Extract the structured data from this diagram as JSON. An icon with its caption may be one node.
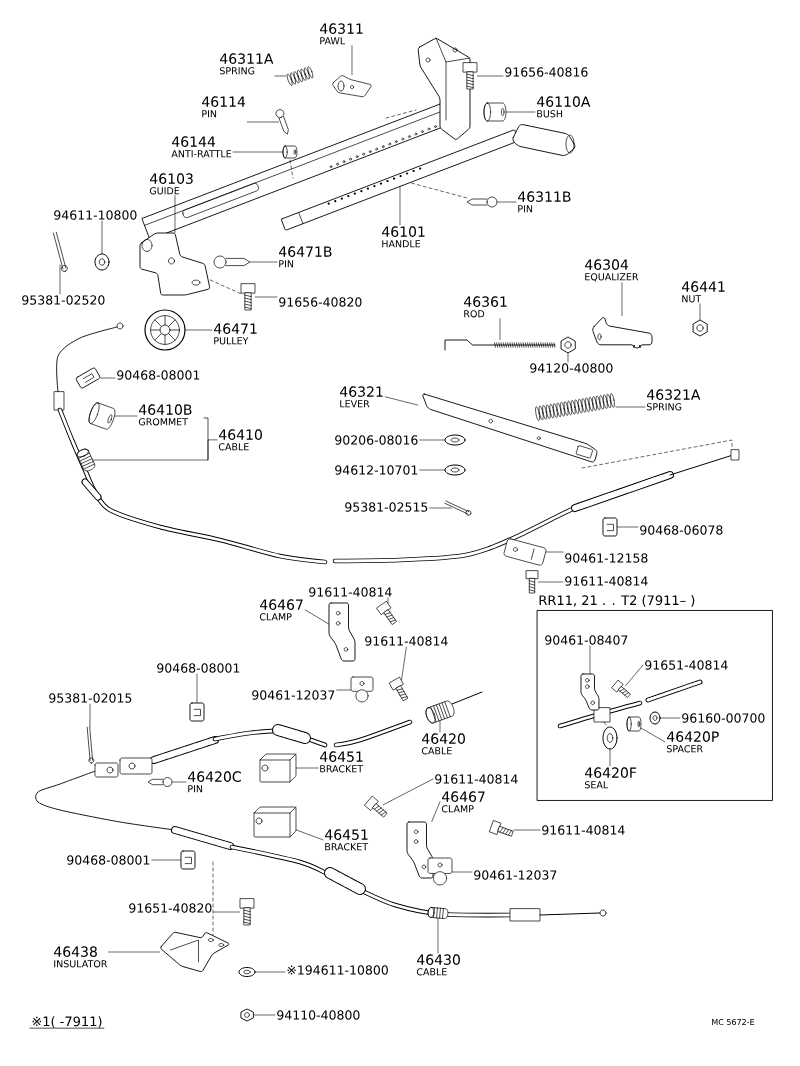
{
  "diagram": {
    "nodes": [
      {
        "text": [
          "46311",
          "PAWL"
        ]
      },
      {
        "text": [],
        "shape": "picture"
      },
      {
        "text": [
          "46311A",
          "SPRING"
        ]
      },
      {
        "text": [],
        "shape": "picture"
      },
      {
        "text": [
          "46114",
          "PIN"
        ]
      },
      {
        "text": [],
        "shape": "picture"
      },
      {
        "text": [
          "46144",
          "ANTI-RATTLE"
        ]
      },
      {
        "text": [],
        "shape": "picture"
      },
      {
        "text": [
          "46103",
          "GUIDE"
        ]
      },
      {
        "text": [],
        "shape": "picture"
      },
      {
        "text": [
          "94611-10800"
        ]
      },
      {
        "text": [],
        "shape": "picture"
      },
      {
        "text": [
          "95381-02520"
        ]
      },
      {
        "text": [],
        "shape": "picture"
      },
      {
        "text": [
          "46471B",
          "PIN"
        ]
      },
      {
        "text": [],
        "shape": "picture"
      },
      {
        "text": [
          "91656-40820"
        ]
      },
      {
        "text": [],
        "shape": "picture"
      },
      {
        "text": [
          "46471",
          "PULLEY"
        ]
      },
      {
        "text": [],
        "shape": "picture"
      },
      {
        "text": [
          "91656-40816"
        ]
      },
      {
        "text": [],
        "shape": "picture"
      },
      {
        "text": [
          "46110A",
          "BUSH"
        ]
      },
      {
        "text": [],
        "shape": "picture"
      },
      {
        "text": [
          "46311B",
          "PIN"
        ]
      },
      {
        "text": [],
        "shape": "picture"
      },
      {
        "text": [
          "46101",
          "HANDLE"
        ]
      },
      {
        "text": [],
        "shape": "picture"
      },
      {
        "text": [
          "46304",
          "EQUALIZER"
        ]
      },
      {
        "text": [],
        "shape": "picture"
      },
      {
        "text": [
          "46441",
          "NUT"
        ]
      },
      {
        "text": [],
        "shape": "picture"
      },
      {
        "text": [
          "46361",
          "ROD"
        ]
      },
      {
        "text": [],
        "shape": "picture"
      },
      {
        "text": [
          "94120-40800"
        ]
      },
      {
        "text": [],
        "shape": "picture"
      },
      {
        "text": [
          "46321",
          "LEVER"
        ]
      },
      {
        "text": [],
        "shape": "picture"
      },
      {
        "text": [
          "46321A",
          "SPRING"
        ]
      },
      {
        "text": [],
        "shape": "picture"
      },
      {
        "text": [
          "90206-08016"
        ]
      },
      {
        "text": [],
        "shape": "picture"
      },
      {
        "text": [
          "94612-10701"
        ]
      },
      {
        "text": [],
        "shape": "picture"
      },
      {
        "text": [
          "95381-02515"
        ]
      },
      {
        "text": [],
        "shape": "picture"
      },
      {
        "text": [
          "90468-06078"
        ]
      },
      {
        "text": [],
        "shape": "picture"
      },
      {
        "text": [
          "90461-12158"
        ]
      },
      {
        "text": [],
        "shape": "picture"
      },
      {
        "text": [
          "91611-40814"
        ]
      },
      {
        "text": [],
        "shape": "picture"
      },
      {
        "text": [
          "90468-08001"
        ]
      },
      {
        "text": [],
        "shape": "picture"
      },
      {
        "text": [
          "46410B",
          "GROMMET"
        ]
      },
      {
        "text": [],
        "shape": "picture"
      },
      {
        "text": [
          "46410",
          "CABLE"
        ]
      },
      {
        "text": [],
        "shape": "picture"
      },
      {
        "text": [
          "91611-40814"
        ]
      },
      {
        "text": [],
        "shape": "picture"
      },
      {
        "text": [
          "46467",
          "CLAMP"
        ]
      },
      {
        "text": [],
        "shape": "picture"
      },
      {
        "text": [
          "91611-40814"
        ]
      },
      {
        "text": [],
        "shape": "picture"
      },
      {
        "text": [
          "90461-12037"
        ]
      },
      {
        "text": [],
        "shape": "picture"
      },
      {
        "text": [
          "90468-08001"
        ]
      },
      {
        "text": [],
        "shape": "picture"
      },
      {
        "text": [
          "95381-02015"
        ]
      },
      {
        "text": [],
        "shape": "picture"
      },
      {
        "text": [
          "46420",
          "CABLE"
        ]
      },
      {
        "text": [],
        "shape": "picture"
      },
      {
        "text": [
          "46451",
          "BRACKET"
        ]
      },
      {
        "text": [],
        "shape": "picture"
      },
      {
        "text": [
          "46420C",
          "PIN"
        ]
      },
      {
        "text": [],
        "shape": "picture"
      },
      {
        "text": [
          "91611-40814"
        ]
      },
      {
        "text": [],
        "shape": "picture"
      },
      {
        "text": [
          "46467",
          "CLAMP"
        ]
      },
      {
        "text": [],
        "shape": "picture"
      },
      {
        "text": [
          "46451",
          "BRACKET"
        ]
      },
      {
        "text": [],
        "shape": "picture"
      },
      {
        "text": [
          "91611-40814"
        ]
      },
      {
        "text": [],
        "shape": "picture"
      },
      {
        "text": [
          "90461-12037"
        ]
      },
      {
        "text": [],
        "shape": "picture"
      },
      {
        "text": [
          "46430",
          "CABLE"
        ]
      },
      {
        "text": [],
        "shape": "picture"
      },
      {
        "text": [
          "90468-08001"
        ]
      },
      {
        "text": [],
        "shape": "picture"
      },
      {
        "text": [
          "91651-40820"
        ]
      },
      {
        "text": [],
        "shape": "picture"
      },
      {
        "text": [
          "46438",
          "INSULATOR"
        ]
      },
      {
        "text": [],
        "shape": "picture"
      },
      {
        "text": [
          "※194611-10800"
        ]
      },
      {
        "text": [],
        "shape": "picture"
      },
      {
        "text": [
          "94110-40800"
        ]
      },
      {
        "text": [],
        "shape": "picture"
      },
      {
        "text": [
          "RR11, 21 . . T2 (7911–      )"
        ]
      },
      {
        "text": [
          "90461-08407"
        ],
        "in": 98
      },
      {
        "text": [],
        "shape": "picture",
        "in": 98
      },
      {
        "text": [
          "91651-40814"
        ],
        "in": 98
      },
      {
        "text": [],
        "shape": "picture",
        "in": 98
      },
      {
        "text": [
          "96160-00700"
        ],
        "in": 98
      },
      {
        "text": [],
        "shape": "picture",
        "in": 98
      },
      {
        "text": [
          "46420P",
          "SPACER"
        ],
        "in": 98
      },
      {
        "text": [],
        "shape": "picture",
        "in": 98
      },
      {
        "text": [
          "46420F",
          "SEAL"
        ],
        "in": 98
      },
      {
        "text": [],
        "shape": "picture",
        "in": 98
      }
    ],
    "edges": [
      {
        "from": 0,
        "to": 1,
        "arrow": "none"
      },
      {
        "from": 2,
        "to": 3,
        "arrow": "none"
      },
      {
        "from": 4,
        "to": 5,
        "arrow": "none"
      },
      {
        "from": 6,
        "to": 7,
        "arrow": "none"
      },
      {
        "from": 8,
        "to": 9,
        "arrow": "none"
      },
      {
        "from": 10,
        "to": 11,
        "arrow": "none"
      },
      {
        "from": 12,
        "to": 13,
        "arrow": "none"
      },
      {
        "from": 14,
        "to": 15,
        "arrow": "none"
      },
      {
        "from": 16,
        "to": 17,
        "arrow": "none"
      },
      {
        "from": 18,
        "to": 19,
        "arrow": "none"
      },
      {
        "from": 20,
        "to": 21,
        "arrow": "none"
      },
      {
        "from": 22,
        "to": 23,
        "arrow": "none"
      },
      {
        "from": 24,
        "to": 25,
        "arrow": "none"
      },
      {
        "from": 26,
        "to": 27,
        "arrow": "none"
      },
      {
        "from": 28,
        "to": 29,
        "arrow": "none"
      },
      {
        "from": 30,
        "to": 31,
        "arrow": "none"
      },
      {
        "from": 32,
        "to": 33,
        "arrow": "none"
      },
      {
        "from": 34,
        "to": 35,
        "arrow": "none"
      },
      {
        "from": 36,
        "to": 37,
        "arrow": "none"
      },
      {
        "from": 38,
        "to": 39,
        "arrow": "none"
      },
      {
        "from": 40,
        "to": 41,
        "arrow": "none"
      },
      {
        "from": 42,
        "to": 43,
        "arrow": "none"
      },
      {
        "from": 44,
        "to": 45,
        "arrow": "none"
      },
      {
        "from": 46,
        "to": 47,
        "arrow": "none"
      },
      {
        "from": 48,
        "to": 49,
        "arrow": "none"
      },
      {
        "from": 50,
        "to": 51,
        "arrow": "none"
      },
      {
        "from": 52,
        "to": 53,
        "arrow": "none"
      },
      {
        "from": 54,
        "to": 55,
        "arrow": "none"
      },
      {
        "from": 56,
        "to": 57,
        "arrow": "none"
      },
      {
        "from": 58,
        "to": 59,
        "arrow": "none"
      },
      {
        "from": 60,
        "to": 61,
        "arrow": "none"
      },
      {
        "from": 62,
        "to": 63,
        "arrow": "none"
      },
      {
        "from": 64,
        "to": 65,
        "arrow": "none"
      },
      {
        "from": 66,
        "to": 67,
        "arrow": "none"
      },
      {
        "from": 68,
        "to": 69,
        "arrow": "none"
      },
      {
        "from": 70,
        "to": 71,
        "arrow": "none"
      },
      {
        "from": 72,
        "to": 73,
        "arrow": "none"
      },
      {
        "from": 74,
        "to": 75,
        "arrow": "none"
      },
      {
        "from": 76,
        "to": 77,
        "arrow": "none"
      },
      {
        "from": 78,
        "to": 79,
        "arrow": "none"
      },
      {
        "from": 80,
        "to": 81,
        "arrow": "none"
      },
      {
        "from": 82,
        "to": 83,
        "arrow": "none"
      },
      {
        "from": 84,
        "to": 85,
        "arrow": "none"
      },
      {
        "from": 86,
        "to": 87,
        "arrow": "none"
      },
      {
        "from": 88,
        "to": 89,
        "arrow": "none"
      },
      {
        "from": 90,
        "to": 91,
        "arrow": "none"
      },
      {
        "from": 92,
        "to": 93,
        "arrow": "none"
      },
      {
        "from": 94,
        "to": 95,
        "arrow": "none"
      },
      {
        "from": 96,
        "to": 97,
        "arrow": "none"
      },
      {
        "from": 99,
        "to": 100,
        "arrow": "none"
      },
      {
        "from": 101,
        "to": 102,
        "arrow": "none"
      },
      {
        "from": 103,
        "to": 104,
        "arrow": "none"
      },
      {
        "from": 105,
        "to": 106,
        "arrow": "none"
      },
      {
        "from": 107,
        "to": 108,
        "arrow": "none"
      },
      {
        "from": 9,
        "to": 17,
        "arrow": "none",
        "style": "dashed"
      },
      {
        "from": 25,
        "to": 27,
        "arrow": "none",
        "style": "dashed"
      }
    ],
    "labels": [
      "※1(      -7911)",
      "MC 5672-E"
    ]
  }
}
